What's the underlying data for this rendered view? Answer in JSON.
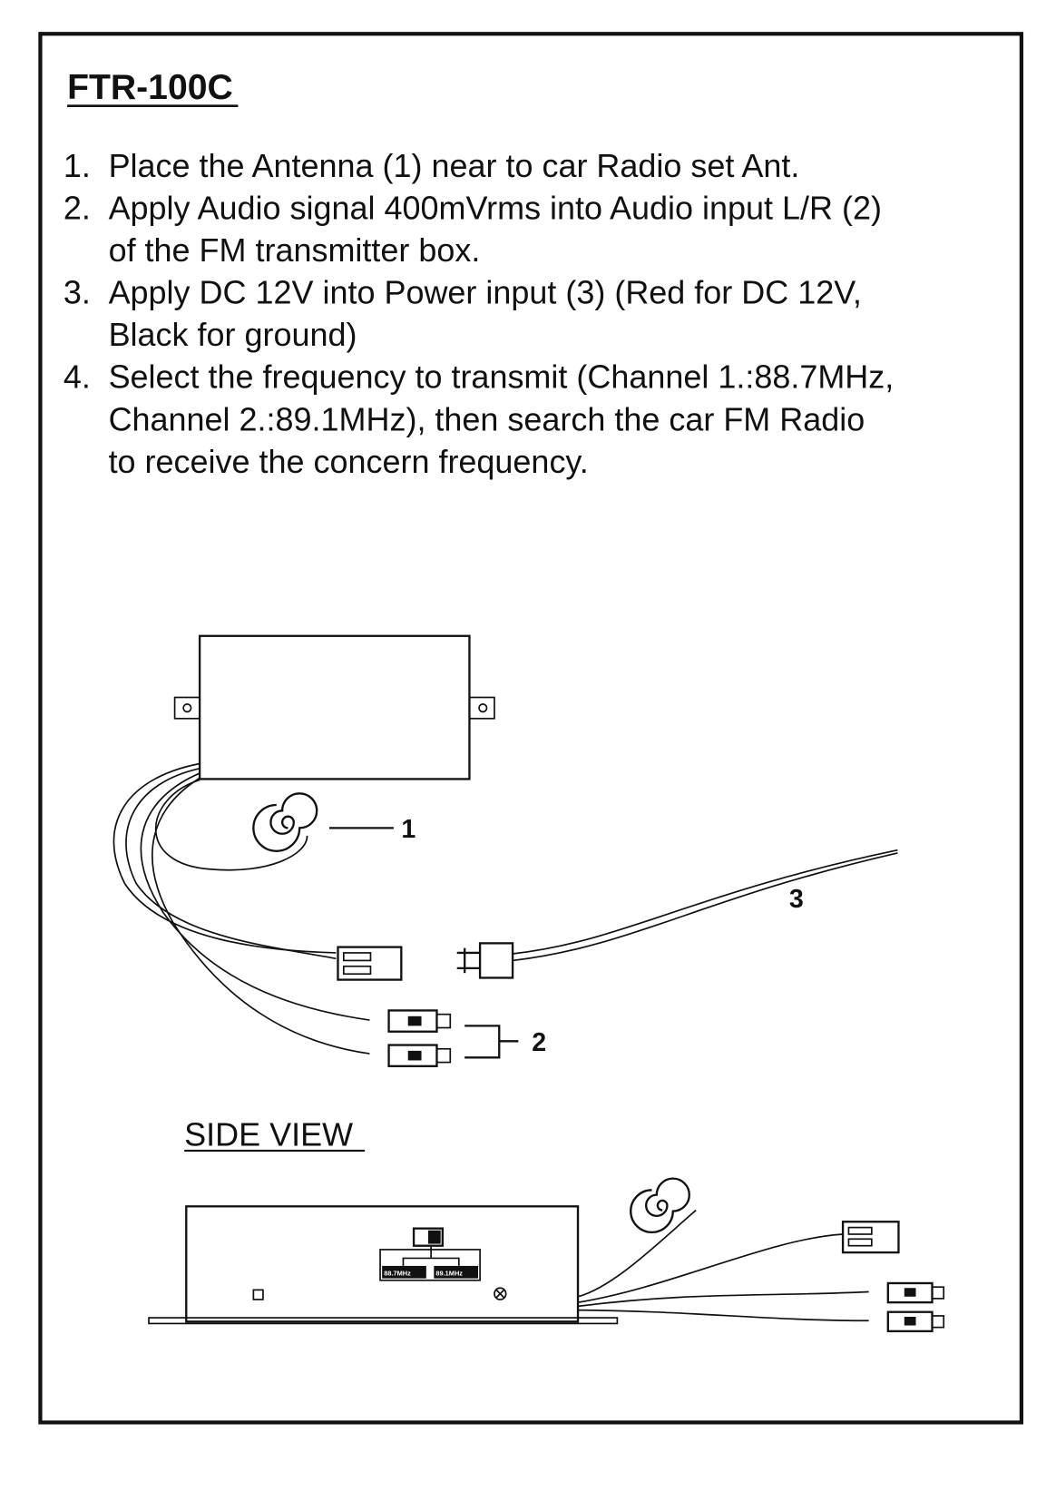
{
  "title": "FTR-100C",
  "instructions": [
    {
      "num": "1.",
      "lines": [
        "Place the Antenna (1) near to car Radio set Ant."
      ]
    },
    {
      "num": "2.",
      "lines": [
        "Apply Audio signal 400mVrms into Audio input L/R (2)",
        "of the FM transmitter box."
      ]
    },
    {
      "num": "3.",
      "lines": [
        "Apply DC 12V into Power input (3) (Red for DC 12V,",
        "Black for ground)"
      ]
    },
    {
      "num": "4.",
      "lines": [
        "Select the frequency to transmit (Channel 1.:88.7MHz,",
        "Channel 2.:89.1MHz), then search the car FM Radio",
        "to receive the concern frequency."
      ]
    }
  ],
  "diagram": {
    "callouts": {
      "antenna": "1",
      "audio_input": "2",
      "power_input": "3"
    },
    "side_view_label": "SIDE VIEW",
    "switch_labels": [
      "88.7MHz",
      "89.1MHz"
    ]
  }
}
